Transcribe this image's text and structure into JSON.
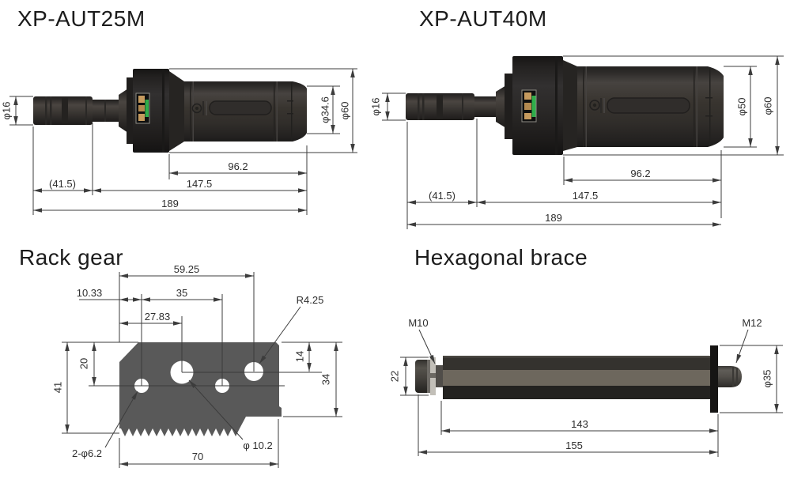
{
  "titles": {
    "aut25m": "XP-AUT25M",
    "aut40m": "XP-AUT40M",
    "rack": "Rack gear",
    "hex": "Hexagonal brace"
  },
  "aut25m": {
    "dims": {
      "phi16": "φ16",
      "phi34_6": "φ34.6",
      "phi60": "φ60",
      "l96_2": "96.2",
      "l41_5": "(41.5)",
      "l147_5": "147.5",
      "l189": "189"
    }
  },
  "aut40m": {
    "dims": {
      "phi16": "φ16",
      "phi50": "φ50",
      "phi60": "φ60",
      "l96_2": "96.2",
      "l41_5": "(41.5)",
      "l147_5": "147.5",
      "l189": "189"
    }
  },
  "rack": {
    "dims": {
      "w59_25": "59.25",
      "w10_33": "10.33",
      "w35": "35",
      "w27_83": "27.83",
      "r4_25": "R4.25",
      "h20": "20",
      "h41": "41",
      "h14": "14",
      "h34": "34",
      "holes2": "2-φ6.2",
      "hole10": "φ 10.2",
      "w70": "70"
    }
  },
  "hex": {
    "dims": {
      "m10": "M10",
      "m12": "M12",
      "h22": "22",
      "phi35": "φ35",
      "l143": "143",
      "l155": "155"
    }
  },
  "colors": {
    "background": "#ffffff",
    "line": "#3c3c3c",
    "text": "#2e2e2e",
    "gear_fill": "#595959",
    "motor_body": "#38342f",
    "connector_gold": "#c59a5e",
    "connector_green": "#2fae4a"
  }
}
